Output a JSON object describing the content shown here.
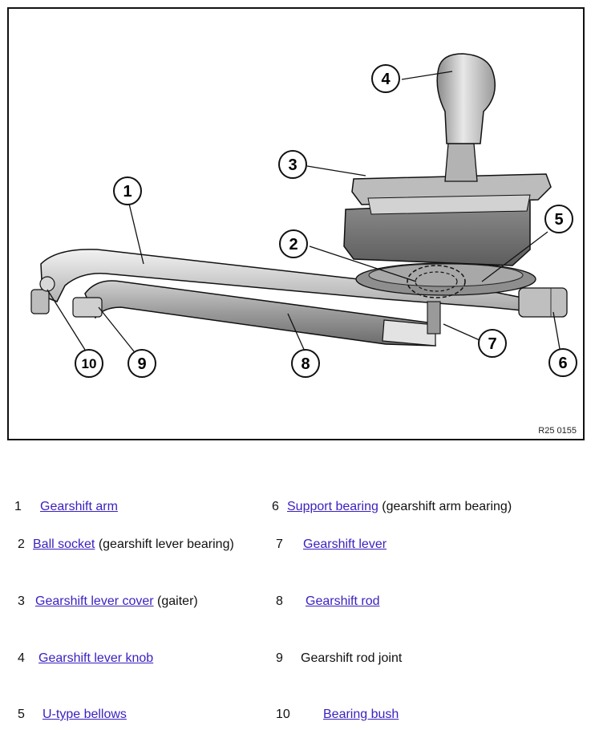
{
  "figure": {
    "code": "R25 0155",
    "callouts": [
      "1",
      "2",
      "3",
      "4",
      "5",
      "6",
      "7",
      "8",
      "9",
      "10"
    ]
  },
  "legend": [
    {
      "num": "1",
      "link": "Gearshift arm",
      "suffix": ""
    },
    {
      "num": "2",
      "link": "Ball socket",
      "suffix": " (gearshift lever bearing)"
    },
    {
      "num": "3",
      "link": "Gearshift lever cover",
      "suffix": " (gaiter)"
    },
    {
      "num": "4",
      "link": "Gearshift lever knob",
      "suffix": ""
    },
    {
      "num": "5",
      "link": "U-type bellows",
      "suffix": ""
    },
    {
      "num": "6",
      "link": "Support bearing",
      "suffix": " (gearshift arm bearing)"
    },
    {
      "num": "7",
      "link": "Gearshift lever",
      "suffix": ""
    },
    {
      "num": "8",
      "link": "Gearshift rod",
      "suffix": ""
    },
    {
      "num": "9",
      "text": "Gearshift rod joint"
    },
    {
      "num": "10",
      "link": "Bearing bush",
      "suffix": ""
    }
  ],
  "colors": {
    "link": "#3b1fbf",
    "part_fill": "#c9c9c9",
    "part_dark": "#6f6f6f",
    "outline": "#111111"
  }
}
